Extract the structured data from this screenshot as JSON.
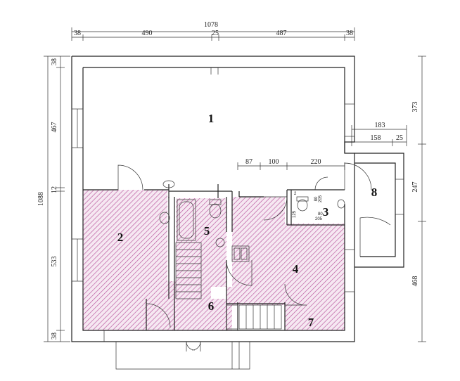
{
  "dimensions": {
    "top_total": "1078",
    "top_segments": [
      "38",
      "490",
      "25",
      "487",
      "38"
    ],
    "left_total": "1088",
    "left_segments": [
      "38",
      "467",
      "12",
      "533",
      "38"
    ],
    "right_upper": "373",
    "right_middle": "247",
    "right_lower": "468",
    "entrance_top": "183",
    "entrance_lower": [
      "158",
      "25"
    ],
    "inner_row": [
      "87",
      "100",
      "220"
    ]
  },
  "rooms": [
    {
      "number": "1"
    },
    {
      "number": "2"
    },
    {
      "number": "3"
    },
    {
      "number": "4"
    },
    {
      "number": "5"
    },
    {
      "number": "6"
    },
    {
      "number": "7"
    },
    {
      "number": "8"
    }
  ],
  "small_labels": {
    "wc_width": "125",
    "door_a": "80",
    "door_a_h": "205",
    "door_b": "80",
    "door_b_h": "205",
    "vent": "2"
  },
  "colors": {
    "hatch": "#b8549c",
    "hatch_bg": "#f6e8f2",
    "wall": "#222222"
  }
}
